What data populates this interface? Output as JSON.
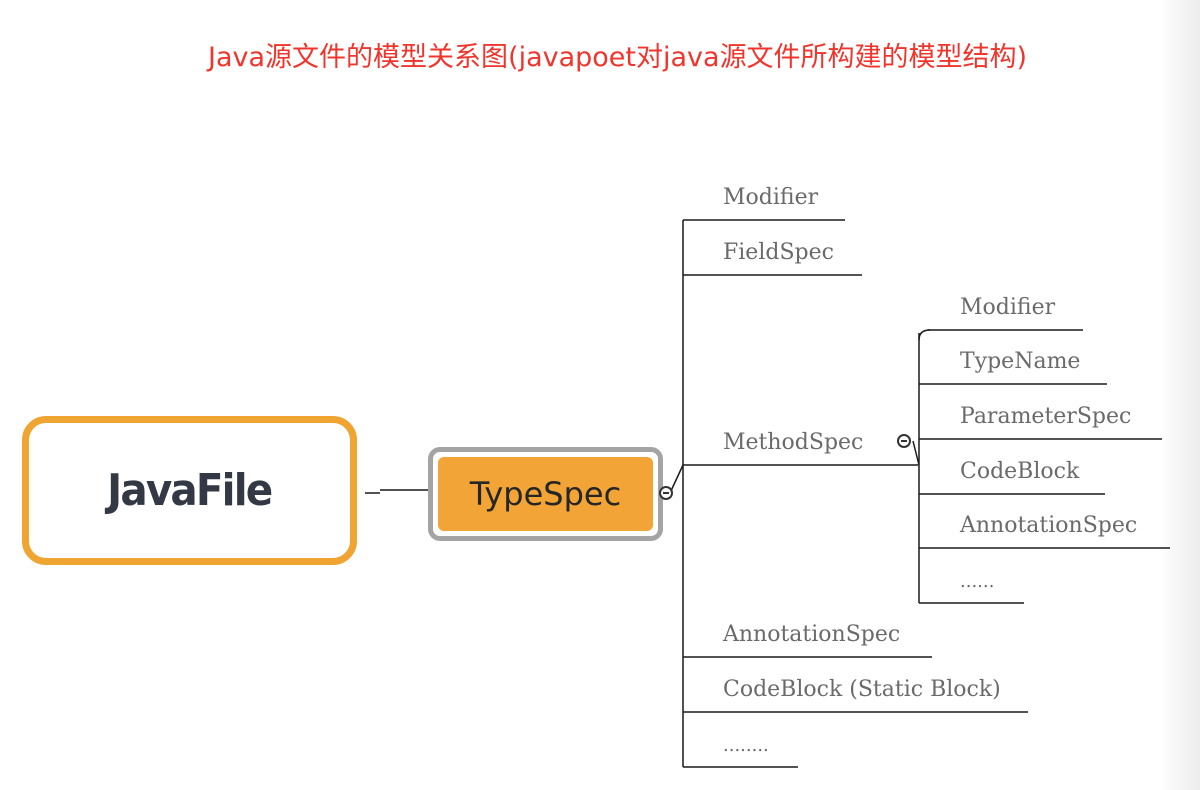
{
  "title": "Java源文件的模型关系图(javapoet对java源文件所构建的模型结构)",
  "root": {
    "label": "JavaFile"
  },
  "type_spec": {
    "label": "TypeSpec"
  },
  "type_children": [
    {
      "label": "Modifier"
    },
    {
      "label": "FieldSpec"
    },
    {
      "label": "MethodSpec"
    },
    {
      "label": "AnnotationSpec"
    },
    {
      "label": "CodeBlock (Static Block)"
    },
    {
      "label": "........"
    }
  ],
  "method_children": [
    {
      "label": "Modifier"
    },
    {
      "label": "TypeName"
    },
    {
      "label": "ParameterSpec"
    },
    {
      "label": "CodeBlock"
    },
    {
      "label": "AnnotationSpec"
    },
    {
      "label": "......"
    }
  ],
  "colors": {
    "title": "#f0352c",
    "root_border": "#f0a431",
    "type_fill": "#f2a436",
    "type_border": "#a4a4a4",
    "line": "#1a1a1a",
    "node_text": "#6a6a6a"
  }
}
